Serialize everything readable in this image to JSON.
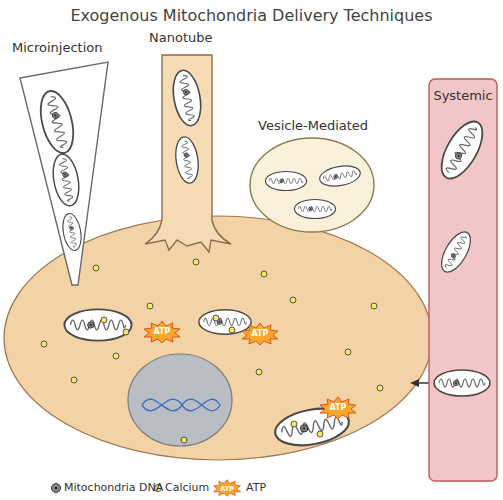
{
  "diagram": {
    "title": "Exogenous Mitochondria Delivery Techniques",
    "nodes": [
      {
        "text": [
          "Microinjection"
        ]
      },
      {
        "text": [
          "Nanotube"
        ]
      },
      {
        "text": [
          "Vesicle-Mediated"
        ]
      },
      {
        "text": [
          "Systemic"
        ]
      }
    ],
    "labels": [
      "ATP",
      "ATP",
      "ATP",
      "ATP"
    ],
    "legend": [
      {
        "text": "Mitochondria DNA"
      },
      {
        "text": "Calcium"
      },
      {
        "text": "ATP"
      }
    ]
  }
}
